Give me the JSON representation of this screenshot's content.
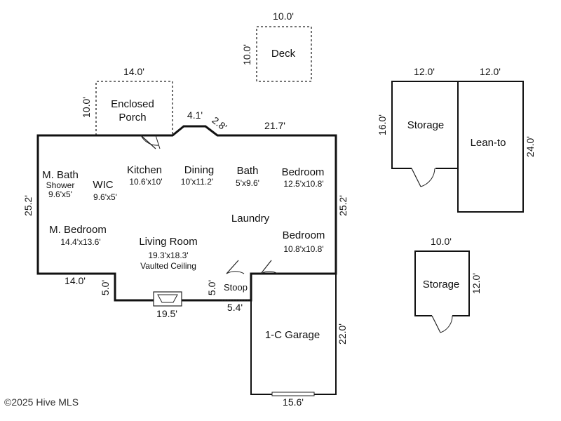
{
  "copyright": "©2025 Hive MLS",
  "rooms": {
    "deck": "Deck",
    "enclosed_porch_1": "Enclosed",
    "enclosed_porch_2": "Porch",
    "m_bath": "M. Bath",
    "m_bath_shower": "Shower",
    "m_bath_dim": "9.6'x5'",
    "wic": "WIC",
    "wic_dim": "9.6'x5'",
    "kitchen": "Kitchen",
    "kitchen_dim": "10.6'x10'",
    "dining": "Dining",
    "dining_dim": "10'x11.2'",
    "bath": "Bath",
    "bath_dim": "5'x9.6'",
    "bedroom_1": "Bedroom",
    "bedroom_1_dim": "12.5'x10.8'",
    "laundry": "Laundry",
    "bedroom_2": "Bedroom",
    "bedroom_2_dim": "10.8'x10.8'",
    "m_bedroom": "M. Bedroom",
    "m_bedroom_dim": "14.4'x13.6'",
    "living_room": "Living Room",
    "living_room_dim": "19.3'x18.3'",
    "living_room_note": "Vaulted Ceiling",
    "stoop": "Stoop",
    "garage": "1-C Garage",
    "storage_1": "Storage",
    "lean_to": "Lean-to",
    "storage_2": "Storage"
  },
  "measurements": {
    "deck_width": "10.0'",
    "deck_depth": "10.0'",
    "porch_width": "14.0'",
    "porch_depth": "10.0'",
    "bump_flat": "4.1'",
    "bump_diag": "2.8'",
    "top_right": "21.7'",
    "left_side": "25.2'",
    "right_side": "25.2'",
    "bottom_left": "14.0'",
    "step_left": "5.0'",
    "step_right": "5.0'",
    "bottom_mid": "19.5'",
    "stoop_width": "5.4'",
    "garage_depth": "22.0'",
    "garage_width": "15.6'",
    "storage_1_width": "12.0'",
    "storage_1_depth": "16.0'",
    "lean_to_width": "12.0'",
    "lean_to_depth": "24.0'",
    "storage_2_width": "10.0'",
    "storage_2_depth": "12.0'"
  }
}
